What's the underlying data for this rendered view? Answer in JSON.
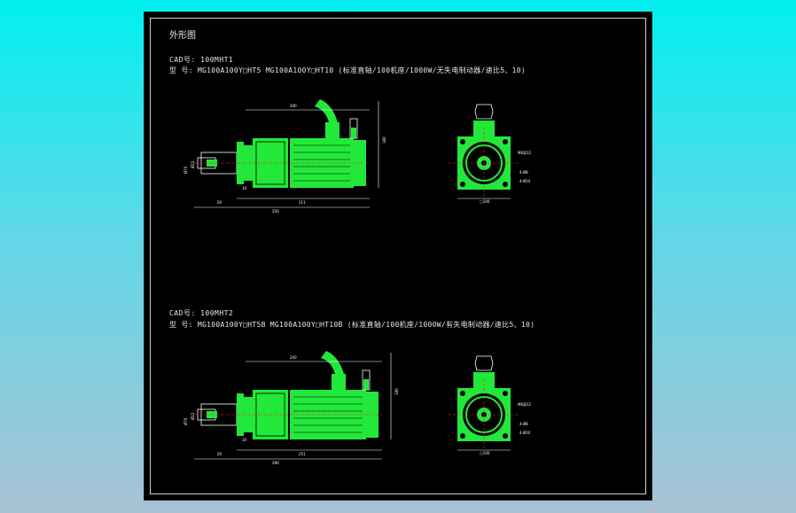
{
  "title": "外形图",
  "sections": [
    {
      "cad_line": "CAD号: 100MHT1",
      "model_line": "型 号: MG100A100Y□HT5  MG100A100Y□HT10 (标准直轴/100机座/1000W/无失电制动器/速比5、10)",
      "side_dims": {
        "top": "200",
        "right_height": "180",
        "flange": "20",
        "body": "211",
        "total": "250",
        "pilot": "10",
        "left1": "Ø70",
        "left2": "Ø22"
      },
      "front_dims": {
        "bolt": "M6深12",
        "c1": "4-Ø8",
        "c2": "4-Ø10",
        "bottom": "□100"
      }
    },
    {
      "cad_line": "CAD号: 100MHT2",
      "model_line": "型 号: MG100A100Y□HT5B  MG100A100Y□HT10B (标准直轴/100机座/1000W/有失电制动器/速比5、10)",
      "side_dims": {
        "top": "240",
        "right_height": "180",
        "flange": "20",
        "body": "251",
        "total": "290",
        "pilot": "10",
        "left1": "Ø70",
        "left2": "Ø22"
      },
      "front_dims": {
        "bolt": "M6深12",
        "c1": "4-Ø8",
        "c2": "4-Ø10",
        "bottom": "□100"
      }
    }
  ],
  "colors": {
    "body": "#22e83a",
    "outline": "#ffffff",
    "center": "#ff2020",
    "background": "#000000",
    "page_top": "#00f0f0",
    "page_bottom": "#a9c2d4"
  }
}
